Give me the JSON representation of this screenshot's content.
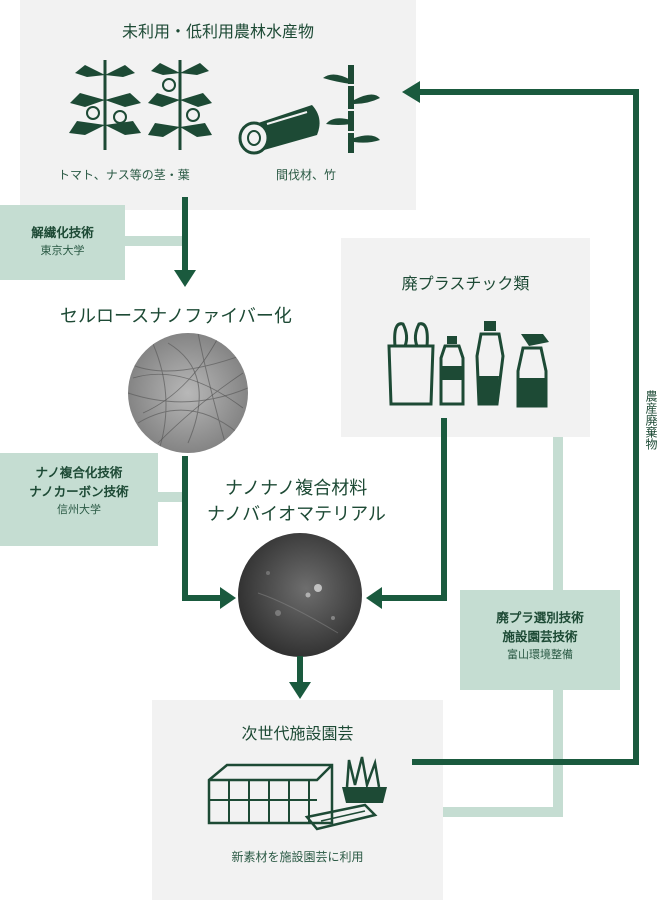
{
  "sources": {
    "title": "未利用・低利用農林水産物",
    "caption_left": "トマト、ナス等の茎・葉",
    "caption_right": "間伐材、竹"
  },
  "waste": {
    "title": "廃プラスチック類"
  },
  "greenhouse": {
    "title": "次世代施設園芸",
    "caption": "新素材を施設園芸に利用"
  },
  "stages": {
    "cnf": "セルロースナノファイバー化",
    "composite_line1": "ナノナノ複合材料",
    "composite_line2": "ナノバイオマテリアル"
  },
  "tags": {
    "shinshu_tech": "解繊化技術",
    "shinshu_org_1": "東京大学",
    "nano_tech_1": "ナノ複合化技術",
    "nano_tech_2": "ナノカーボン技術",
    "nano_org": "信州大学",
    "toyama_tech_1": "廃プラ選別技術",
    "toyama_tech_2": "施設園芸技術",
    "toyama_org": "富山環境整備"
  },
  "side_label": "農産廃棄物",
  "colors": {
    "arrow_dark": "#1a5a3e",
    "arrow_light": "#c5ddd2",
    "box_bg": "#f2f2f2",
    "tag_bg": "#c5ddd2"
  },
  "icons": [
    "tomato-plant-icon",
    "tomato-plant-icon",
    "log-icon",
    "bamboo-icon",
    "plastic-bag-icon",
    "bottle-icon",
    "detergent-bottle-icon",
    "spray-bottle-icon",
    "greenhouse-icon",
    "planter-icon",
    "panel-icon"
  ]
}
